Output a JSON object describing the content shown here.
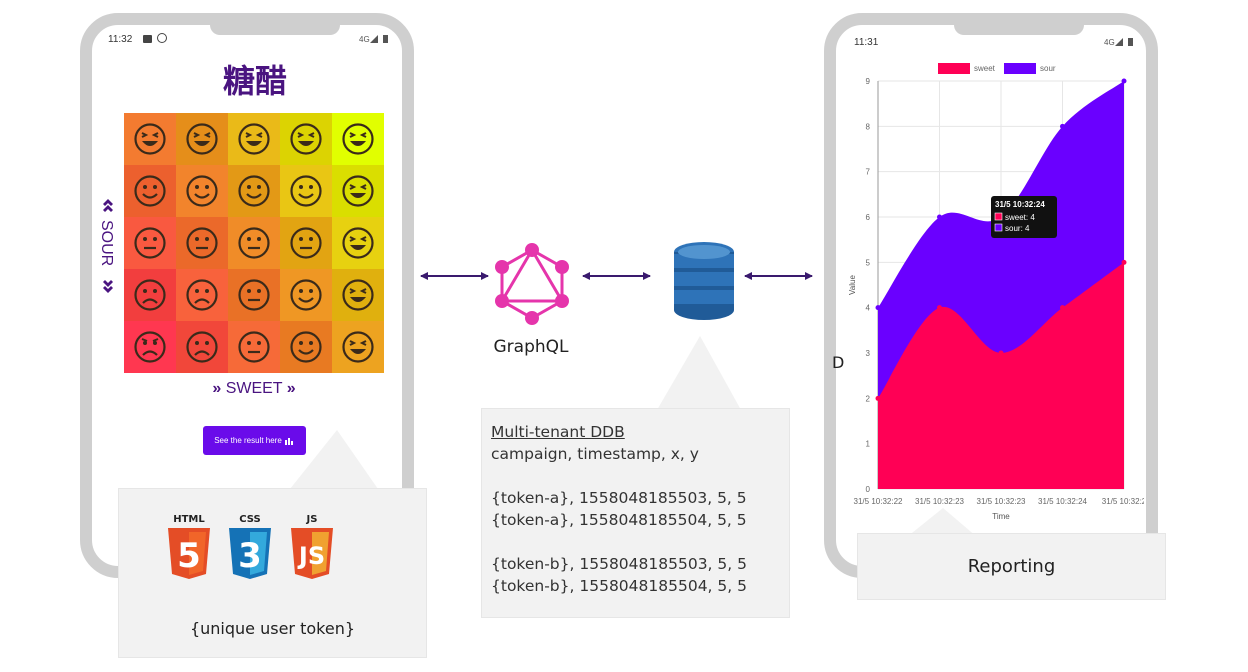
{
  "left_phone": {
    "status_time": "11:32",
    "status_right": "4G",
    "app_title": "糖醋",
    "sour_label": "SOUR",
    "sweet_label": "SWEET",
    "result_button": "See the result here"
  },
  "left_callout": {
    "badges": [
      "HTML",
      "CSS",
      "JS"
    ],
    "badge_numbers": [
      "5",
      "3",
      "JS"
    ],
    "caption": "{unique user token}"
  },
  "graphql": {
    "label": "GraphQL"
  },
  "ddb_callout": {
    "title": "Multi-tenant DDB",
    "header": "campaign, timestamp, x, y",
    "rows_a": [
      "{token-a}, 1558048185503, 5, 5",
      "{token-a}, 1558048185504, 5, 5"
    ],
    "rows_b": [
      "{token-b}, 1558048185503, 5, 5",
      "{token-b}, 1558048185504, 5, 5"
    ]
  },
  "right_phone": {
    "status_time": "11:31",
    "status_right": "4G"
  },
  "reporting": {
    "label": "Reporting"
  },
  "stray_text": "D",
  "colors": {
    "purple_dark": "#4a1480",
    "sweet": "#ff0055",
    "sour": "#6a00ff",
    "graphql": "#e535ab",
    "ddb": "#2e73b8",
    "arrow": "#3a1a6e"
  },
  "chart_data": {
    "type": "area",
    "stacked": true,
    "x": [
      "31/5 10:32:22",
      "31/5 10:32:23",
      "31/5 10:32:23",
      "31/5 10:32:24",
      "31/5 10:32:2"
    ],
    "points": 5,
    "series": [
      {
        "name": "sweet",
        "color": "#ff0055",
        "values": [
          2,
          4,
          3,
          4,
          5
        ]
      },
      {
        "name": "sour",
        "color": "#6a00ff",
        "values": [
          2,
          2,
          3,
          4,
          4
        ]
      }
    ],
    "totals": [
      4,
      6,
      6,
      8,
      9
    ],
    "ylim": [
      0,
      9
    ],
    "yticks": [
      "0",
      "1",
      "2",
      "3",
      "4",
      "5",
      "6",
      "7",
      "8",
      "9"
    ],
    "xlabel": "Time",
    "ylabel": "Value",
    "legend": "top",
    "grid": true,
    "tooltip": {
      "title": "31/5 10:32:24",
      "lines": [
        "sweet: 4",
        "sour: 4"
      ]
    }
  }
}
